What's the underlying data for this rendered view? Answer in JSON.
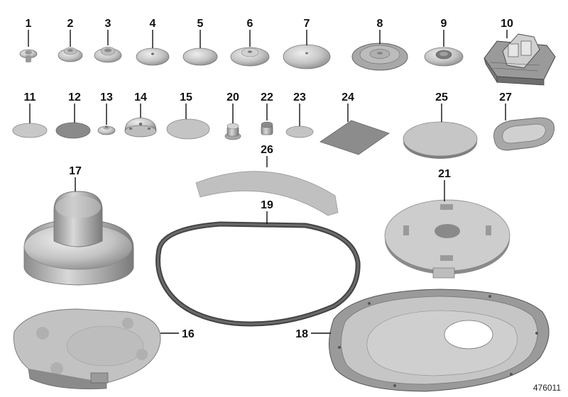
{
  "part_numbers": {
    "p1": "1",
    "p2": "2",
    "p3": "3",
    "p4": "4",
    "p5": "5",
    "p6": "6",
    "p7": "7",
    "p8": "8",
    "p9": "9",
    "p10": "10",
    "p11": "11",
    "p12": "12",
    "p13": "13",
    "p14": "14",
    "p15": "15",
    "p16": "16",
    "p17": "17",
    "p18": "18",
    "p19": "19",
    "p20": "20",
    "p21": "21",
    "p22": "22",
    "p23": "23",
    "p24": "24",
    "p25": "25",
    "p26": "26",
    "p27": "27"
  },
  "diagram_id": "476011",
  "colors": {
    "part_fill": "#c4c4c4",
    "part_dark": "#8a8a8a",
    "part_light": "#e4e4e4",
    "gasket": "#555555"
  }
}
